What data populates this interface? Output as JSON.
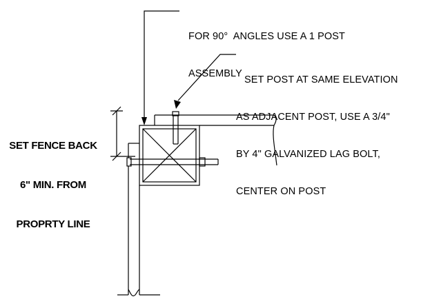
{
  "notes": {
    "corner_note": {
      "lines": [
        "FOR 90°  ANGLES USE A 1 POST",
        "ASSEMBLY"
      ]
    },
    "post_note": {
      "lines": [
        "SET POST AT SAME ELEVATION",
        "AS ADJACENT POST, USE A 3/4\"",
        "BY 4\" GALVANIZED LAG BOLT,",
        "CENTER ON POST"
      ]
    },
    "setback_note": {
      "lines": [
        "SET FENCE BACK",
        "6\" MIN. FROM",
        "PROPRTY LINE"
      ]
    }
  },
  "colors": {
    "line": "#000000",
    "background": "#ffffff"
  }
}
